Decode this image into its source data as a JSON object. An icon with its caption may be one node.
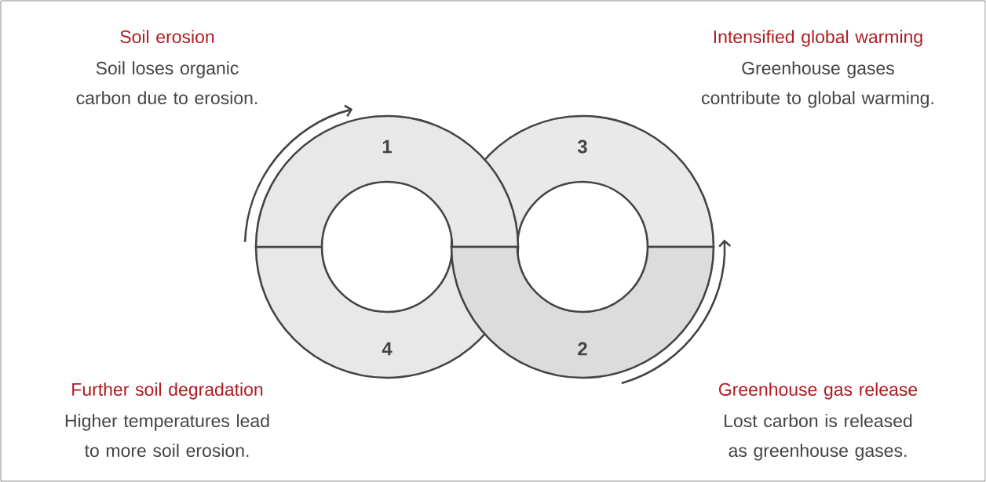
{
  "diagram": {
    "nodes": [
      {
        "text": [
          "1"
        ]
      },
      {
        "text": [
          "3"
        ]
      },
      {
        "text": [
          "4"
        ]
      },
      {
        "text": [
          "2"
        ]
      }
    ],
    "labels": [
      "Soil erosion",
      "Soil loses organic carbon due to erosion.",
      "Intensified global warming",
      "Greenhouse gases contribute to global warming.",
      "Further soil degradation",
      "Higher temperatures lead to more soil erosion.",
      "Greenhouse gas release",
      "Lost carbon is released as greenhouse gases."
    ]
  }
}
